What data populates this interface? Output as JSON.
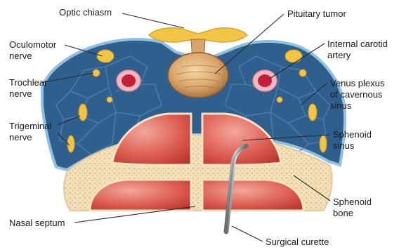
{
  "labels": {
    "optic_chiasm": "Optic chiasm",
    "pituitary_tumor": "Pituitary tumor",
    "oculomotor_nerve": "Oculomotor\nnerve",
    "internal_carotid_artery": "Internal carotid\nartery",
    "trochlear_nerve": "Trochlear\nnerve",
    "venous_plexus": "Venus plexus\nof cavernous\nsinus",
    "trigeminal_nerve": "Trigeminal\nnerve",
    "sphenoid_sinus": "Sphenoid\nsinus",
    "sphenoid_bone": "Sphenoid\nbone",
    "nasal_septum": "Nasal septum",
    "surgical_curette": "Surgical curette"
  },
  "colors": {
    "sinus_blue": "#2f5f8c",
    "sinus_outline": "#8fc0e0",
    "bone": "#f3dfb8",
    "air_cell_red": "#d8574d",
    "nerve_yellow": "#f2c545",
    "carotid_red": "#c41f3a",
    "tumor": "#d9a56a",
    "instrument": "#8c8c8c"
  }
}
